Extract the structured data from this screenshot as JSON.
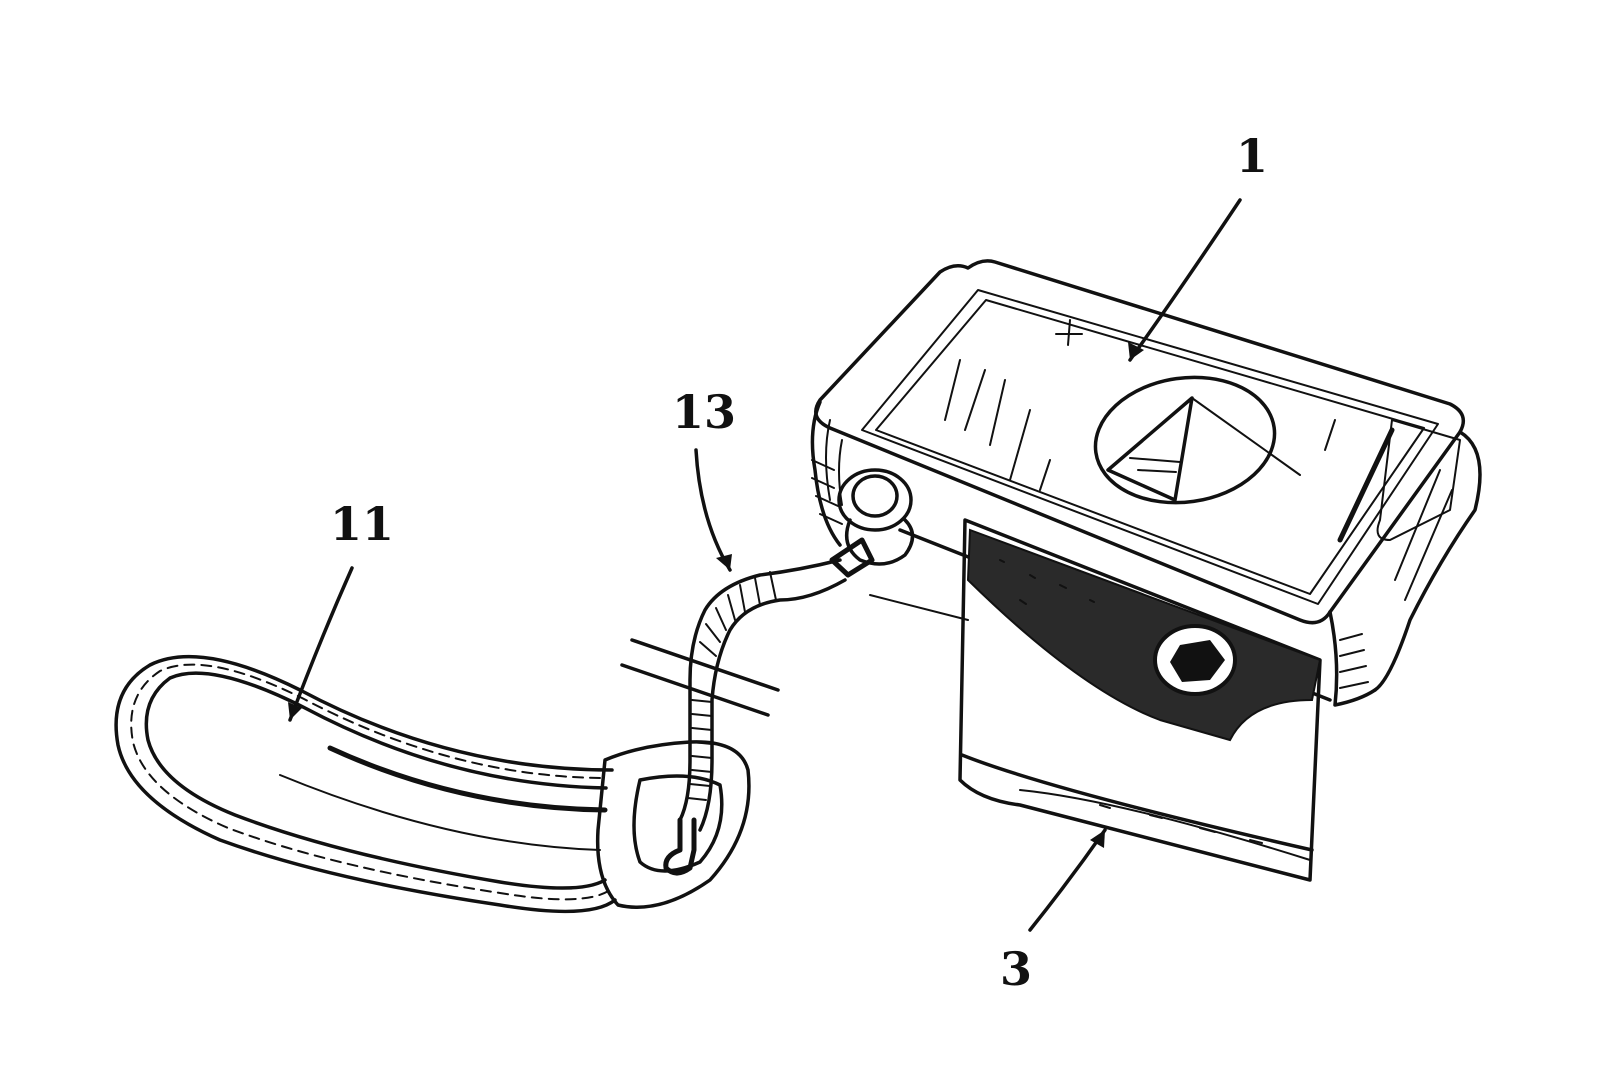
{
  "figure": {
    "ink_color": "#111111",
    "background": "#ffffff",
    "labels": {
      "unit": "1",
      "bag": "3",
      "strap": "11",
      "hose": "13"
    }
  }
}
